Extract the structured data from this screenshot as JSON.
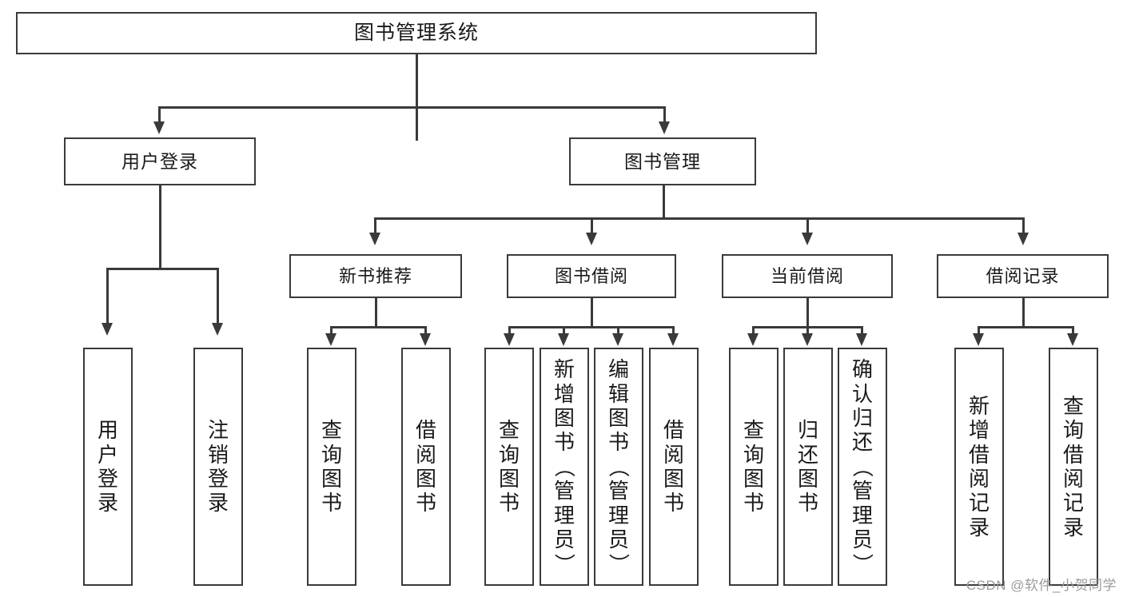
{
  "diagram": {
    "type": "tree",
    "title": "图书管理系统",
    "orientation": "top-down",
    "colors": {
      "box_border": "#3a3a3a",
      "box_fill": "#ffffff",
      "connector": "#3a3a3a",
      "text": "#1a1a1a",
      "watermark": "#9b9b9b",
      "background": "#ffffff"
    }
  },
  "root": {
    "label": "图书管理系统"
  },
  "tier2": [
    {
      "id": "user-login",
      "label": "用户登录"
    },
    {
      "id": "book-manage",
      "label": "图书管理"
    }
  ],
  "tier3": [
    {
      "id": "newbook",
      "label": "新书推荐"
    },
    {
      "id": "borrow",
      "label": "图书借阅"
    },
    {
      "id": "current",
      "label": "当前借阅"
    },
    {
      "id": "record",
      "label": "借阅记录"
    }
  ],
  "leaves": [
    {
      "id": "leaf-user-login",
      "parent": "user-login",
      "label": "用户登录",
      "chars": [
        "用",
        "户",
        "登",
        "录"
      ]
    },
    {
      "id": "leaf-logout",
      "parent": "user-login",
      "label": "注销登录",
      "chars": [
        "注",
        "销",
        "登",
        "录"
      ]
    },
    {
      "id": "leaf-query-book-new",
      "parent": "newbook",
      "label": "查询图书",
      "chars": [
        "查",
        "询",
        "图",
        "书"
      ]
    },
    {
      "id": "leaf-borrow-book-new",
      "parent": "newbook",
      "label": "借阅图书",
      "chars": [
        "借",
        "阅",
        "图",
        "书"
      ]
    },
    {
      "id": "leaf-query-book-br",
      "parent": "borrow",
      "label": "查询图书",
      "chars": [
        "查",
        "询",
        "图",
        "书"
      ]
    },
    {
      "id": "leaf-add-book",
      "parent": "borrow",
      "label": "新增图书（管理员）",
      "chars": [
        "新",
        "增",
        "图",
        "书",
        "（",
        "管",
        "理",
        "员",
        "）"
      ]
    },
    {
      "id": "leaf-edit-book",
      "parent": "borrow",
      "label": "编辑图书（管理员）",
      "chars": [
        "编",
        "辑",
        "图",
        "书",
        "（",
        "管",
        "理",
        "员",
        "）"
      ]
    },
    {
      "id": "leaf-borrow-book-br",
      "parent": "borrow",
      "label": "借阅图书",
      "chars": [
        "借",
        "阅",
        "图",
        "书"
      ]
    },
    {
      "id": "leaf-query-book-cur",
      "parent": "current",
      "label": "查询图书",
      "chars": [
        "查",
        "询",
        "图",
        "书"
      ]
    },
    {
      "id": "leaf-return-book",
      "parent": "current",
      "label": "归还图书",
      "chars": [
        "归",
        "还",
        "图",
        "书"
      ]
    },
    {
      "id": "leaf-confirm-return",
      "parent": "current",
      "label": "确认归还（管理员）",
      "chars": [
        "确",
        "认",
        "归",
        "还",
        "（",
        "管",
        "理",
        "员",
        "）"
      ]
    },
    {
      "id": "leaf-add-record",
      "parent": "record",
      "label": "新增借阅记录",
      "chars": [
        "新",
        "增",
        "借",
        "阅",
        "记",
        "录"
      ]
    },
    {
      "id": "leaf-query-record",
      "parent": "record",
      "label": "查询借阅记录",
      "chars": [
        "查",
        "询",
        "借",
        "阅",
        "记",
        "录"
      ]
    }
  ],
  "watermark": {
    "text": "CSDN @软件_小贺同学"
  }
}
